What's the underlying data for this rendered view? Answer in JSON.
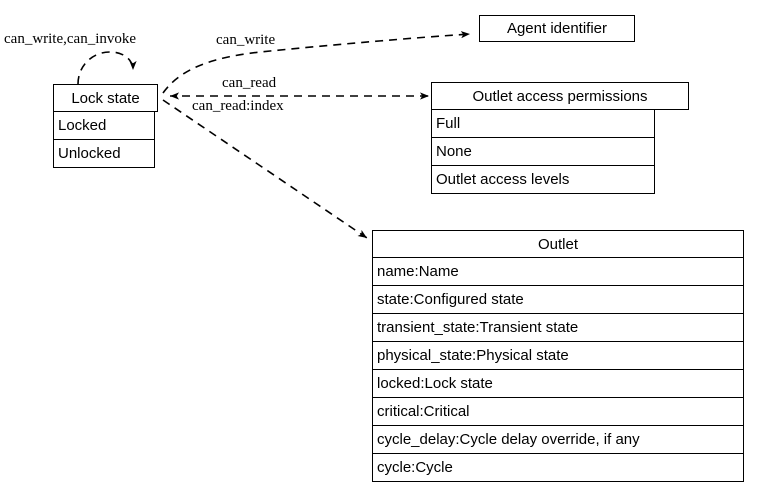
{
  "diagram": {
    "type": "uml-class-diagram",
    "background": "#ffffff",
    "line_color": "#000000"
  },
  "nodes": {
    "lock_state": {
      "title": "Lock state",
      "rows": [
        "Locked",
        "Unlocked"
      ]
    },
    "agent_identifier": {
      "title": "Agent identifier",
      "rows": []
    },
    "outlet_access_permissions": {
      "title": "Outlet access permissions",
      "rows": [
        "Full",
        "None",
        "Outlet access levels"
      ]
    },
    "outlet": {
      "title": "Outlet",
      "rows": [
        "name:Name",
        "state:Configured state",
        "transient_state:Transient state",
        "physical_state:Physical state",
        "locked:Lock state",
        "critical:Critical",
        "cycle_delay:Cycle delay override, if any",
        "cycle:Cycle"
      ]
    }
  },
  "edges": [
    {
      "id": "self-loop",
      "label": "can_write,can_invoke",
      "from": "lock_state",
      "to": "lock_state",
      "style": "dashed"
    },
    {
      "id": "lock-to-agent",
      "label": "can_write",
      "from": "lock_state",
      "to": "agent_identifier",
      "style": "dashed"
    },
    {
      "id": "permissions-to-lock",
      "label": "can_read",
      "from": "outlet_access_permissions",
      "to": "lock_state",
      "style": "dashed"
    },
    {
      "id": "lock-to-outlet",
      "label": "can_read:index",
      "from": "lock_state",
      "to": "outlet",
      "style": "dashed"
    }
  ]
}
